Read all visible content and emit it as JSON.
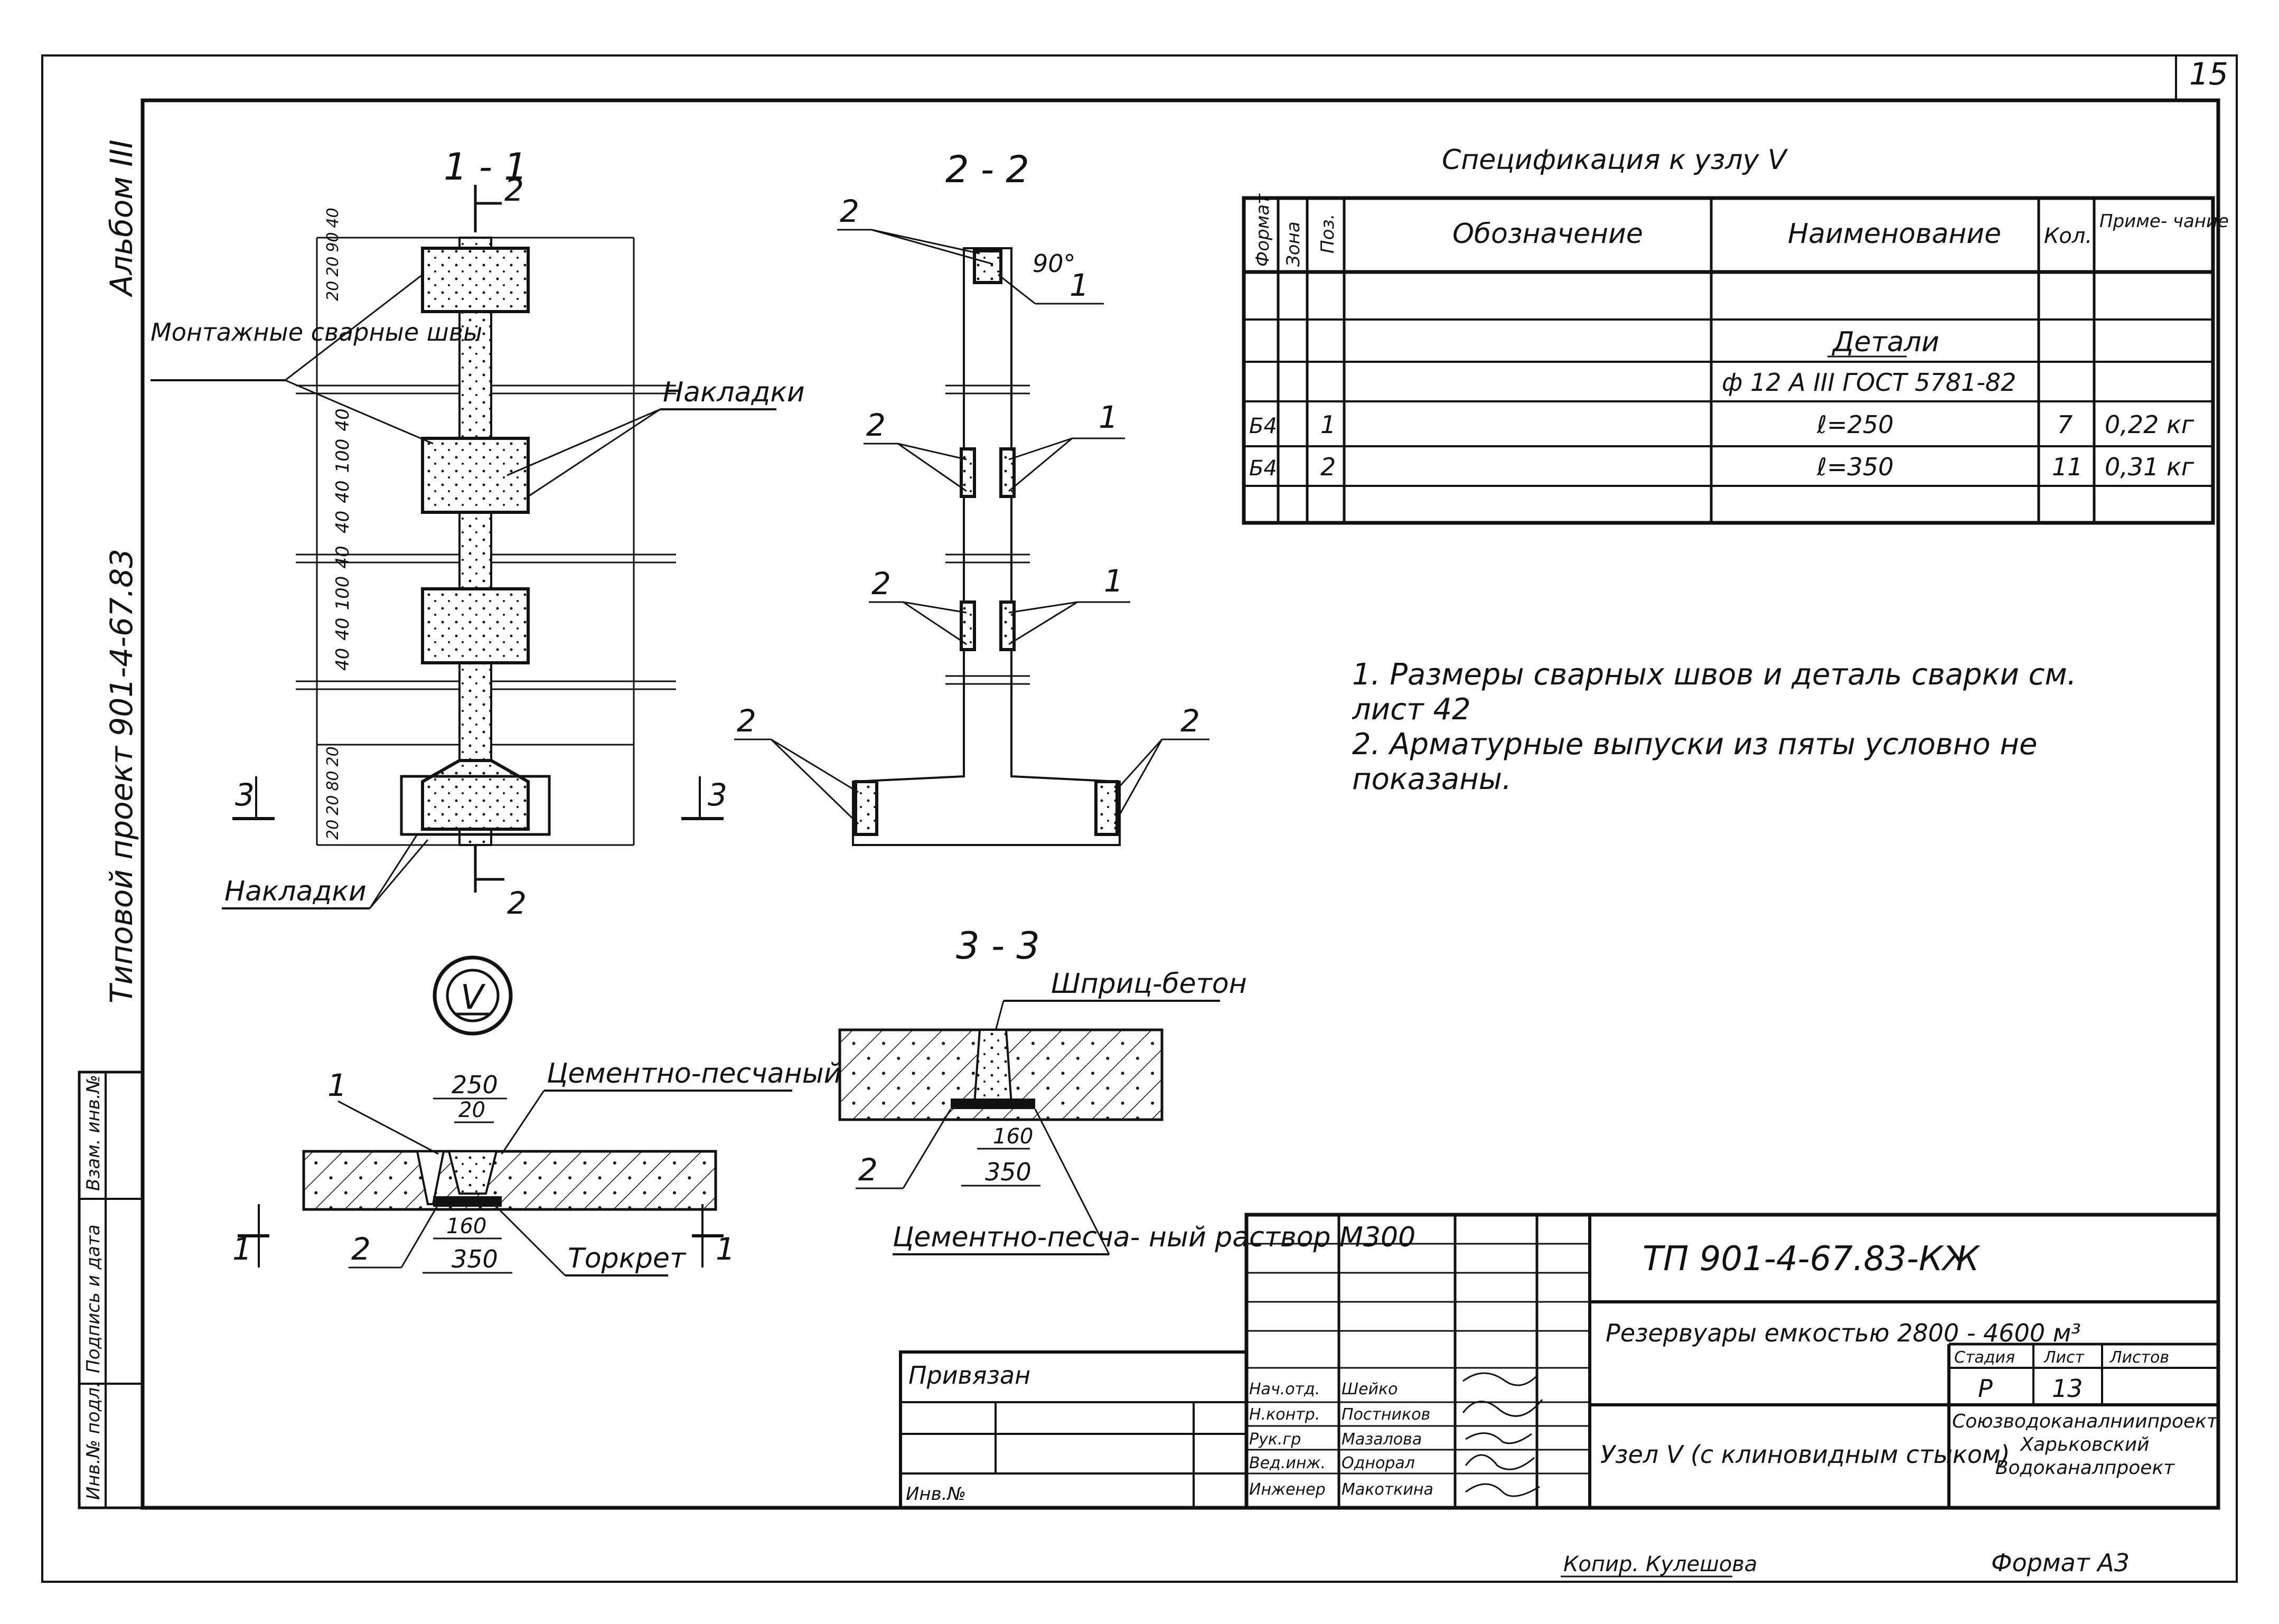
{
  "page_number": "15",
  "left_margin": {
    "album": "Альбом III",
    "project": "Типовой проект 901-4-67.83",
    "stamp_labels": [
      "Взам. инв.№",
      "Подпись и дата",
      "Инв.№ подл."
    ]
  },
  "section_1_1": {
    "title": "1 - 1",
    "cut_marks": [
      "2",
      "2",
      "3",
      "3"
    ],
    "dims_top": [
      "40",
      "90",
      "20",
      "20"
    ],
    "dims_mid1": [
      "40",
      "100",
      "40",
      "40"
    ],
    "dims_mid2": [
      "40",
      "100",
      "40",
      "40"
    ],
    "dims_bottom": [
      "20",
      "80",
      "20",
      "20"
    ],
    "label_welds": "Монтажные сварные швы",
    "label_plates_right": "Накладки",
    "label_plates_bottom": "Накладки"
  },
  "section_2_2": {
    "title": "2 - 2",
    "angle": "90°",
    "pos_labels": [
      "2",
      "1",
      "2",
      "1",
      "2",
      "1",
      "2",
      "2"
    ]
  },
  "node_v": {
    "symbol": "V",
    "pos_1": "1",
    "pos_2": "2",
    "dim_250": "250",
    "dim_20": "20",
    "dim_160": "160",
    "dim_350": "350",
    "label_mortar": "Цементно-песчаный раствор",
    "label_torcret": "Торкрет",
    "cut_left": "1",
    "cut_right": "1"
  },
  "section_3_3": {
    "title": "3 - 3",
    "label_shotcrete": "Шприц-бетон",
    "pos_2": "2",
    "dim_160": "160",
    "dim_350": "350",
    "label_mortar": "Цементно-песча- ный раствор М300"
  },
  "specification": {
    "title": "Спецификация к узлу V",
    "headers": [
      "Формат",
      "Зона",
      "Поз.",
      "Обозначение",
      "Наименование",
      "Кол.",
      "Приме- чание"
    ],
    "rows": [
      [
        "",
        "",
        "",
        "",
        "Детали",
        "",
        ""
      ],
      [
        "",
        "",
        "",
        "",
        "ф 12 А III ГОСТ 5781-82",
        "",
        ""
      ],
      [
        "Б4",
        "",
        "1",
        "",
        "ℓ=250",
        "7",
        "0,22 кг"
      ],
      [
        "Б4",
        "",
        "2",
        "",
        "ℓ=350",
        "11",
        "0,31 кг"
      ]
    ]
  },
  "notes": [
    "1. Размеры сварных швов и деталь сварки см. лист 42",
    "2. Арматурные выпуски из пяты условно не показаны."
  ],
  "title_block": {
    "code": "ТП 901-4-67.83-КЖ",
    "bound": "Привязан",
    "inv_no": "Инв.№",
    "roles": [
      "Нач.отд.",
      "Н.контр.",
      "Рук.гр",
      "Вед.инж.",
      "Инженер"
    ],
    "names": [
      "Шейко",
      "Постников",
      "Мазалова",
      "Однорал",
      "Макоткина"
    ],
    "object": "Резервуары емкостью 2800 - 4600 м³",
    "sheet_title": "Узел V (с клиновидным стыком)",
    "stage_label": "Стадия",
    "sheet_label": "Лист",
    "sheets_label": "Листов",
    "stage": "Р",
    "sheet": "13",
    "org": "Союзводоканалниипроект Харьковский Водоканалпроект"
  },
  "footer": {
    "copied": "Копир. Кулешова",
    "format": "Формат А3"
  }
}
